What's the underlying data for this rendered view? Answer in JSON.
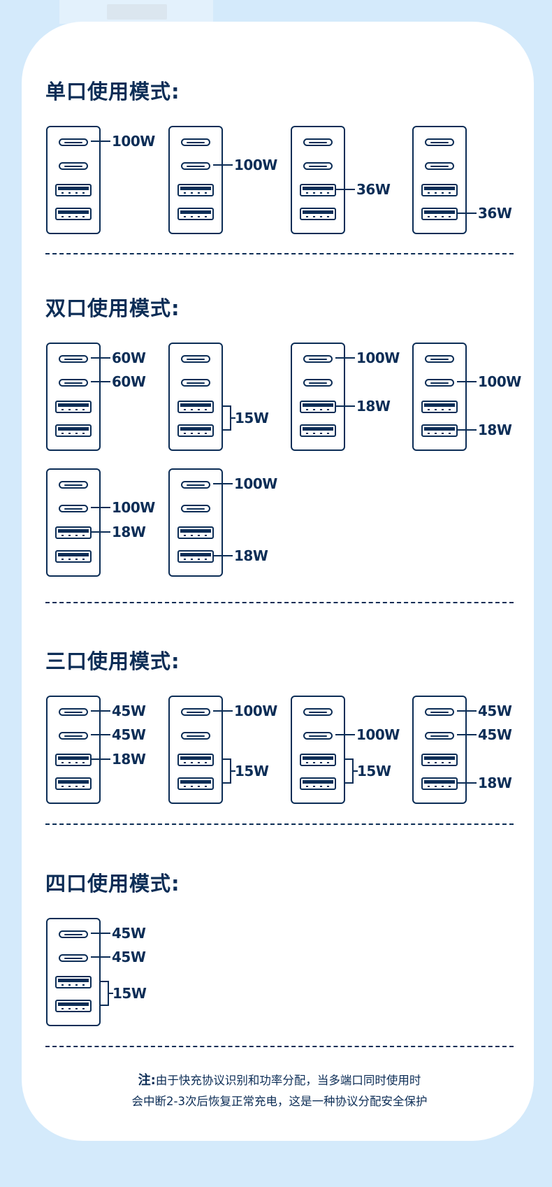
{
  "sections": {
    "single": "单口使用模式:",
    "dual": "双口使用模式:",
    "triple": "三口使用模式:",
    "quad": "四口使用模式:"
  },
  "note": {
    "label": "注:",
    "line1": "由于快充协议识别和功率分配，当多端口同时使用时",
    "line2": "会中断2-3次后恢复正常充电，这是一种协议分配安全保护"
  },
  "chargers": [
    {
      "ports": {
        "c1": "100W"
      }
    },
    {
      "ports": {
        "c2": "100W"
      }
    },
    {
      "ports": {
        "a1": "36W"
      }
    },
    {
      "ports": {
        "a2": "36W"
      }
    },
    {
      "ports": {
        "c1": "60W",
        "c2": "60W"
      }
    },
    {
      "ports": {
        "a12": "15W"
      }
    },
    {
      "ports": {
        "c1": "100W",
        "a1": "18W"
      }
    },
    {
      "ports": {
        "c2": "100W",
        "a2": "18W"
      }
    },
    {
      "ports": {
        "c2": "100W",
        "a1": "18W"
      }
    },
    {
      "ports": {
        "c1": "100W",
        "a2": "18W"
      }
    },
    {
      "ports": {
        "c1": "45W",
        "c2": "45W",
        "a1": "18W"
      }
    },
    {
      "ports": {
        "c1": "100W",
        "a12": "15W"
      }
    },
    {
      "ports": {
        "c2": "100W",
        "a12": "15W"
      }
    },
    {
      "ports": {
        "c1": "45W",
        "c2": "45W",
        "a2": "18W"
      }
    },
    {
      "ports": {
        "c1": "45W",
        "c2": "45W",
        "a12": "15W"
      }
    }
  ],
  "colors": {
    "primary": "#0c2d56",
    "background": "#d4eafb",
    "card": "#ffffff"
  }
}
